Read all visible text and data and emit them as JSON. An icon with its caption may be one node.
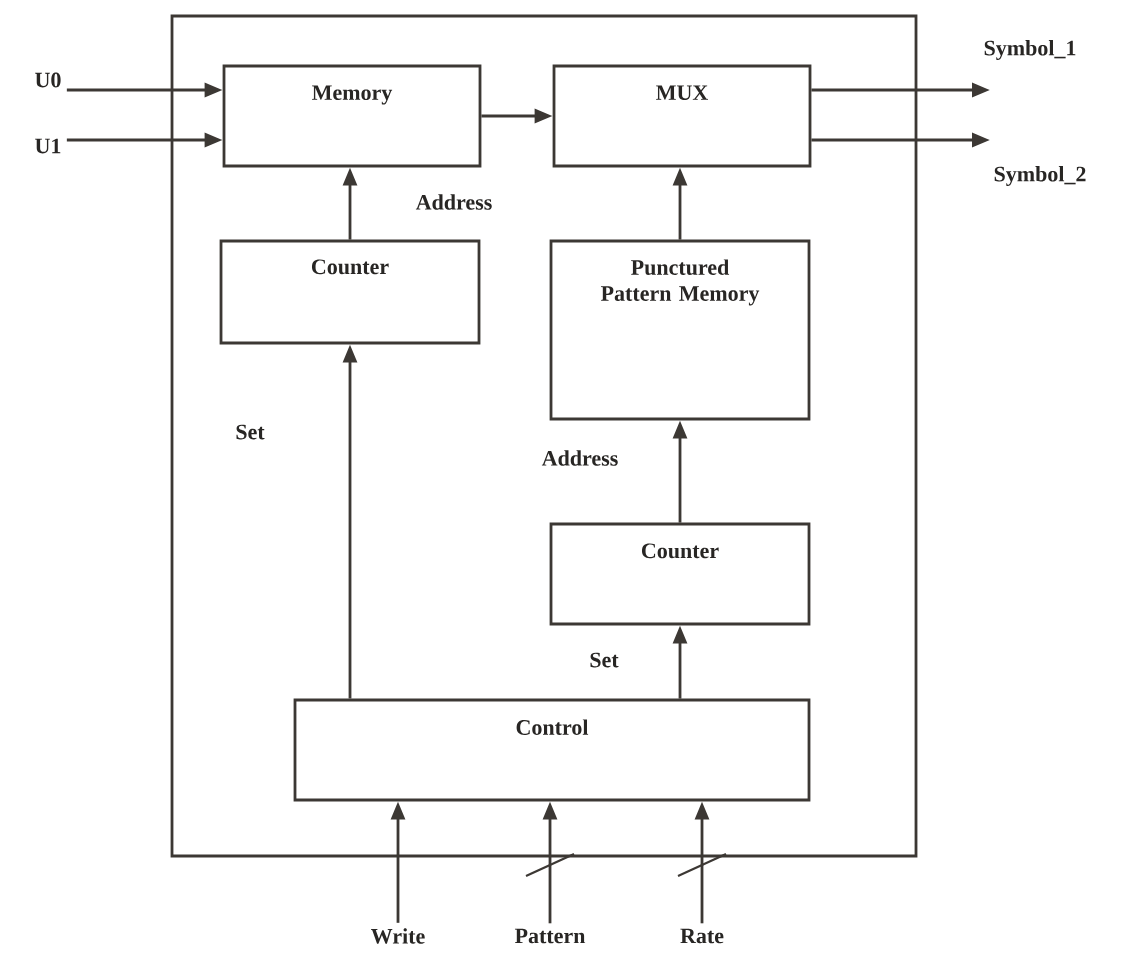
{
  "diagram": {
    "nodes": [
      {
        "text": [],
        "shape": "box"
      },
      {
        "text": [
          "Memory"
        ],
        "in": 0
      },
      {
        "text": [
          "MUX"
        ],
        "in": 0
      },
      {
        "text": [
          "Counter"
        ],
        "in": 0
      },
      {
        "text": [
          "Punctured Pattern Memory"
        ],
        "in": 0
      },
      {
        "text": [
          "Counter"
        ],
        "in": 0
      },
      {
        "text": [
          "Control"
        ],
        "in": 0
      },
      {
        "text": [
          "U0"
        ]
      },
      {
        "text": [
          "U1"
        ]
      },
      {
        "text": [
          "Symbol_1"
        ]
      },
      {
        "text": [
          "Symbol_2"
        ]
      },
      {
        "text": [
          "Write"
        ]
      },
      {
        "text": [
          "Pattern"
        ]
      },
      {
        "text": [
          "Rate"
        ]
      }
    ],
    "edges": [
      {
        "from": 7,
        "to": 1,
        "arrow": "to"
      },
      {
        "from": 8,
        "to": 1,
        "arrow": "to"
      },
      {
        "from": 1,
        "to": 2,
        "arrow": "to"
      },
      {
        "from": 2,
        "to": 9,
        "arrow": "to"
      },
      {
        "from": 2,
        "to": 10,
        "arrow": "to"
      },
      {
        "from": 3,
        "to": 1,
        "arrow": "to",
        "label": "Address"
      },
      {
        "from": 6,
        "to": 3,
        "arrow": "to",
        "label": "Set"
      },
      {
        "from": 4,
        "to": 2,
        "arrow": "to"
      },
      {
        "from": 5,
        "to": 4,
        "arrow": "to",
        "label": "Address"
      },
      {
        "from": 6,
        "to": 5,
        "arrow": "to",
        "label": "Set"
      },
      {
        "from": 11,
        "to": 6,
        "arrow": "to"
      },
      {
        "from": 12,
        "to": 6,
        "arrow": "to"
      },
      {
        "from": 13,
        "to": 6,
        "arrow": "to"
      }
    ]
  }
}
